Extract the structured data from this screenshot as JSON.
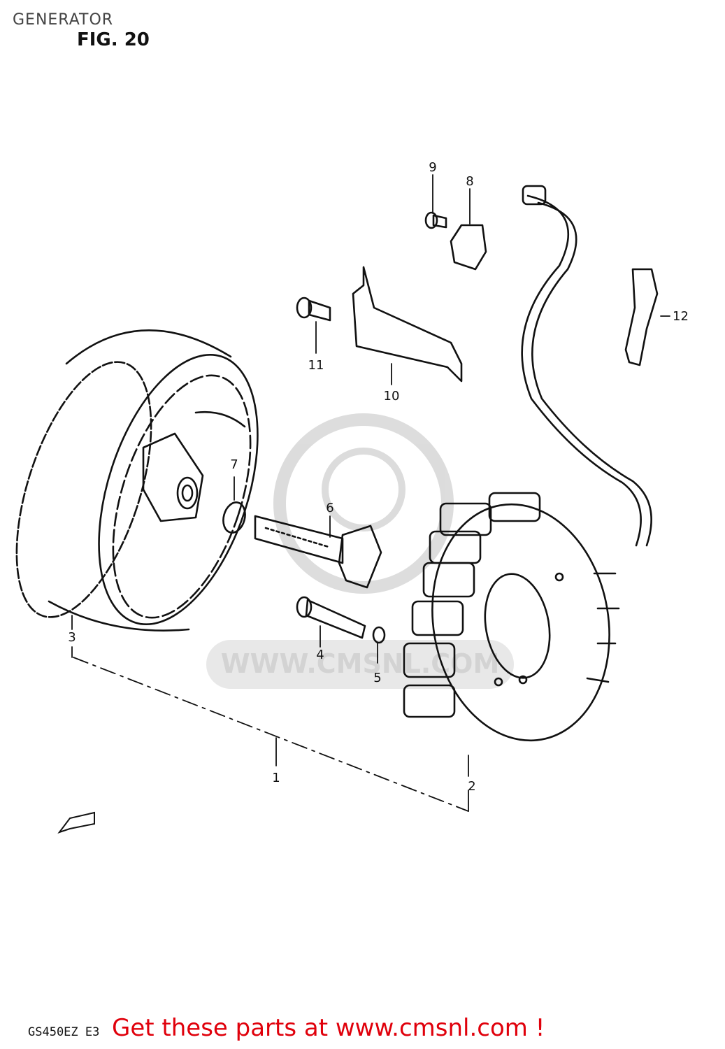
{
  "header": {
    "title": "GENERATOR",
    "figure": "FIG. 20"
  },
  "callouts": [
    {
      "id": "c1",
      "label": "1"
    },
    {
      "id": "c2",
      "label": "2"
    },
    {
      "id": "c3",
      "label": "3"
    },
    {
      "id": "c4",
      "label": "4"
    },
    {
      "id": "c5",
      "label": "5"
    },
    {
      "id": "c6",
      "label": "6"
    },
    {
      "id": "c7",
      "label": "7"
    },
    {
      "id": "c8",
      "label": "8"
    },
    {
      "id": "c9",
      "label": "9"
    },
    {
      "id": "c10",
      "label": "10"
    },
    {
      "id": "c11",
      "label": "11"
    },
    {
      "id": "c12",
      "label": "12"
    }
  ],
  "watermark": "WWW.CMSNL.COM",
  "footer": {
    "model": "GS450EZ  E3",
    "cta": "Get these parts at www.cmsnl.com !"
  },
  "colors": {
    "line": "#111111",
    "watermark": "#d9d9d9",
    "cta": "#e0000b"
  }
}
